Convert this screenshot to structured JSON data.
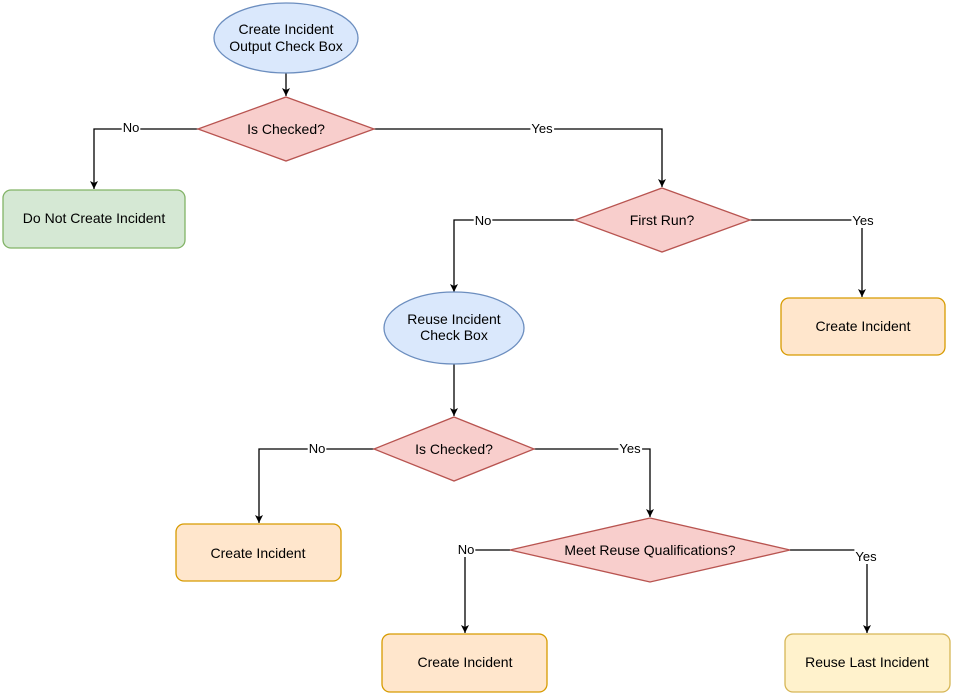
{
  "colors": {
    "start_fill": "#dae8fc",
    "start_stroke": "#6c8ebf",
    "decision_fill": "#f8cecc",
    "decision_stroke": "#b85450",
    "no_create_fill": "#d5e8d4",
    "no_create_stroke": "#82b366",
    "create_fill": "#ffe6cc",
    "create_stroke": "#d79b00",
    "reuse_fill": "#fff2cc",
    "reuse_stroke": "#d6b656",
    "edge": "#000000"
  },
  "nodes": {
    "start": {
      "line1": "Create Incident",
      "line2": "Output Check Box"
    },
    "is_checked_1": {
      "label": "Is Checked?"
    },
    "do_not_create": {
      "label": "Do Not Create Incident"
    },
    "first_run": {
      "label": "First Run?"
    },
    "create_incident_1": {
      "label": "Create Incident"
    },
    "reuse_check": {
      "line1": "Reuse Incident",
      "line2": "Check Box"
    },
    "is_checked_2": {
      "label": "Is Checked?"
    },
    "create_incident_2": {
      "label": "Create Incident"
    },
    "meet_reuse": {
      "label": "Meet Reuse Qualifications?"
    },
    "create_incident_3": {
      "label": "Create Incident"
    },
    "reuse_last": {
      "label": "Reuse Last Incident"
    }
  },
  "edges": {
    "e1_no": "No",
    "e1_yes": "Yes",
    "e2_no": "No",
    "e2_yes": "Yes",
    "e3_no": "No",
    "e3_yes": "Yes",
    "e4_no": "No",
    "e4_yes": "Yes"
  }
}
